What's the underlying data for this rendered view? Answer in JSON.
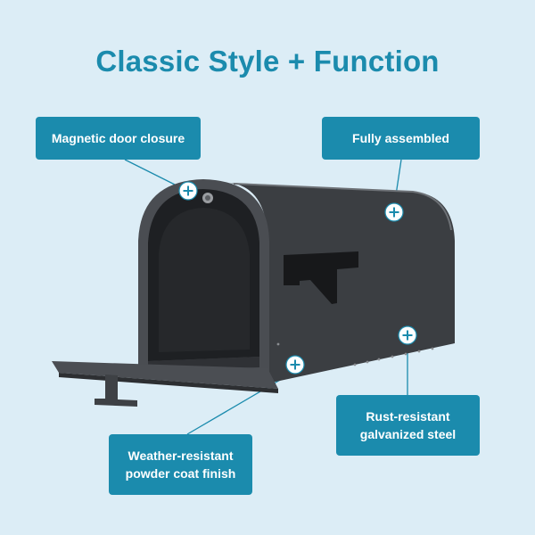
{
  "title": "Classic Style + Function",
  "callouts": {
    "magnetic": "Magnetic door closure",
    "assembled": "Fully assembled",
    "rust": "Rust-resistant\ngalvanized steel",
    "weather": "Weather-resistant\npowder coat finish"
  },
  "colors": {
    "background": "#dcedf6",
    "accent": "#1b8bad",
    "product": "#3b3e42"
  },
  "icons": [
    "plus-marker-icon"
  ]
}
